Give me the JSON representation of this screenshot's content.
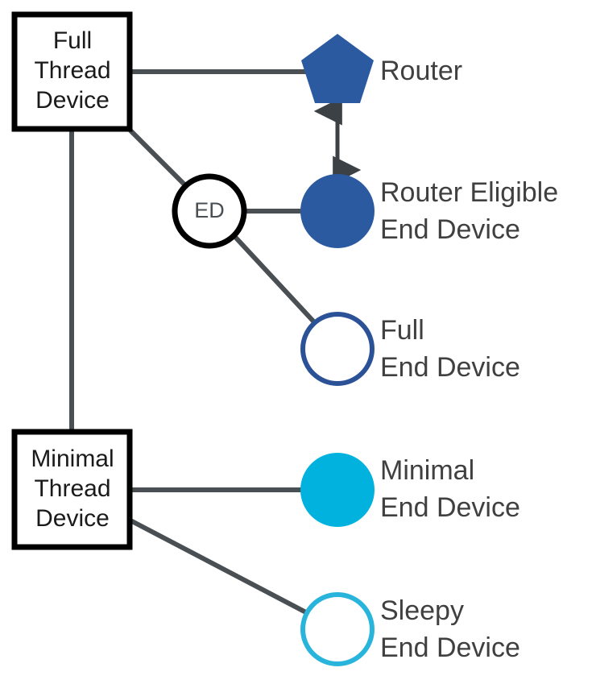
{
  "diagram": {
    "title": "Thread Device Types",
    "background_color": "#FFFFFF",
    "colors": {
      "router_blue": "#2C5AA0",
      "reed_blue": "#2C5AA0",
      "full_end_device_stroke": "#2B5197",
      "minimal_cyan": "#00B2DD",
      "sleepy_cyan": "#29B4DB",
      "connector_gray": "#4A4F54",
      "box_stroke": "#000000",
      "box_fill": "#FFFFFF",
      "label_text": "#404040",
      "box_text": "#1A1A1A",
      "ed_text": "#4A4F54"
    },
    "groups": [
      {
        "id": "full-thread-device",
        "label_lines": [
          "Full",
          "Thread",
          "Device"
        ],
        "shape": "rectangle"
      },
      {
        "id": "minimal-thread-device",
        "label_lines": [
          "Minimal",
          "Thread",
          "Device"
        ],
        "shape": "rectangle"
      }
    ],
    "intermediate_nodes": [
      {
        "id": "end-device",
        "label": "ED",
        "shape": "circle-outline-black"
      }
    ],
    "legend_items": [
      {
        "id": "router",
        "label_lines": [
          "Router"
        ],
        "shape": "pentagon",
        "fill": "#2C5AA0",
        "stroke": "none"
      },
      {
        "id": "router-eligible-end-device",
        "label_lines": [
          "Router Eligible",
          "End Device"
        ],
        "shape": "circle-filled",
        "fill": "#2C5AA0",
        "stroke": "none"
      },
      {
        "id": "full-end-device",
        "label_lines": [
          "Full",
          "End Device"
        ],
        "shape": "circle-outline",
        "fill": "#FFFFFF",
        "stroke": "#2B5197"
      },
      {
        "id": "minimal-end-device",
        "label_lines": [
          "Minimal",
          "End Device"
        ],
        "shape": "circle-filled",
        "fill": "#00B2DD",
        "stroke": "none"
      },
      {
        "id": "sleepy-end-device",
        "label_lines": [
          "Sleepy",
          "End Device"
        ],
        "shape": "circle-outline",
        "fill": "#FFFFFF",
        "stroke": "#29B4DB"
      }
    ],
    "connections": [
      {
        "id": "ftd-to-router",
        "from": "full-thread-device",
        "to": "router",
        "style": "line"
      },
      {
        "id": "ftd-to-ed",
        "from": "full-thread-device",
        "to": "end-device",
        "style": "line"
      },
      {
        "id": "ftd-to-mtd",
        "from": "full-thread-device",
        "to": "minimal-thread-device",
        "style": "line"
      },
      {
        "id": "ed-to-reed",
        "from": "end-device",
        "to": "router-eligible-end-device",
        "style": "line"
      },
      {
        "id": "ed-to-fed",
        "from": "end-device",
        "to": "full-end-device",
        "style": "line"
      },
      {
        "id": "mtd-to-med",
        "from": "minimal-thread-device",
        "to": "minimal-end-device",
        "style": "line"
      },
      {
        "id": "mtd-to-sed",
        "from": "minimal-thread-device",
        "to": "sleepy-end-device",
        "style": "line"
      },
      {
        "id": "router-reed-bidirectional",
        "from": "router",
        "to": "router-eligible-end-device",
        "style": "double-arrow"
      }
    ]
  },
  "text": {
    "ftd_line1": "Full",
    "ftd_line2": "Thread",
    "ftd_line3": "Device",
    "mtd_line1": "Minimal",
    "mtd_line2": "Thread",
    "mtd_line3": "Device",
    "ed_label": "ED",
    "router_line1": "Router",
    "reed_line1": "Router Eligible",
    "reed_line2": "End Device",
    "fed_line1": "Full",
    "fed_line2": "End Device",
    "med_line1": "Minimal",
    "med_line2": "End Device",
    "sed_line1": "Sleepy",
    "sed_line2": "End Device"
  }
}
